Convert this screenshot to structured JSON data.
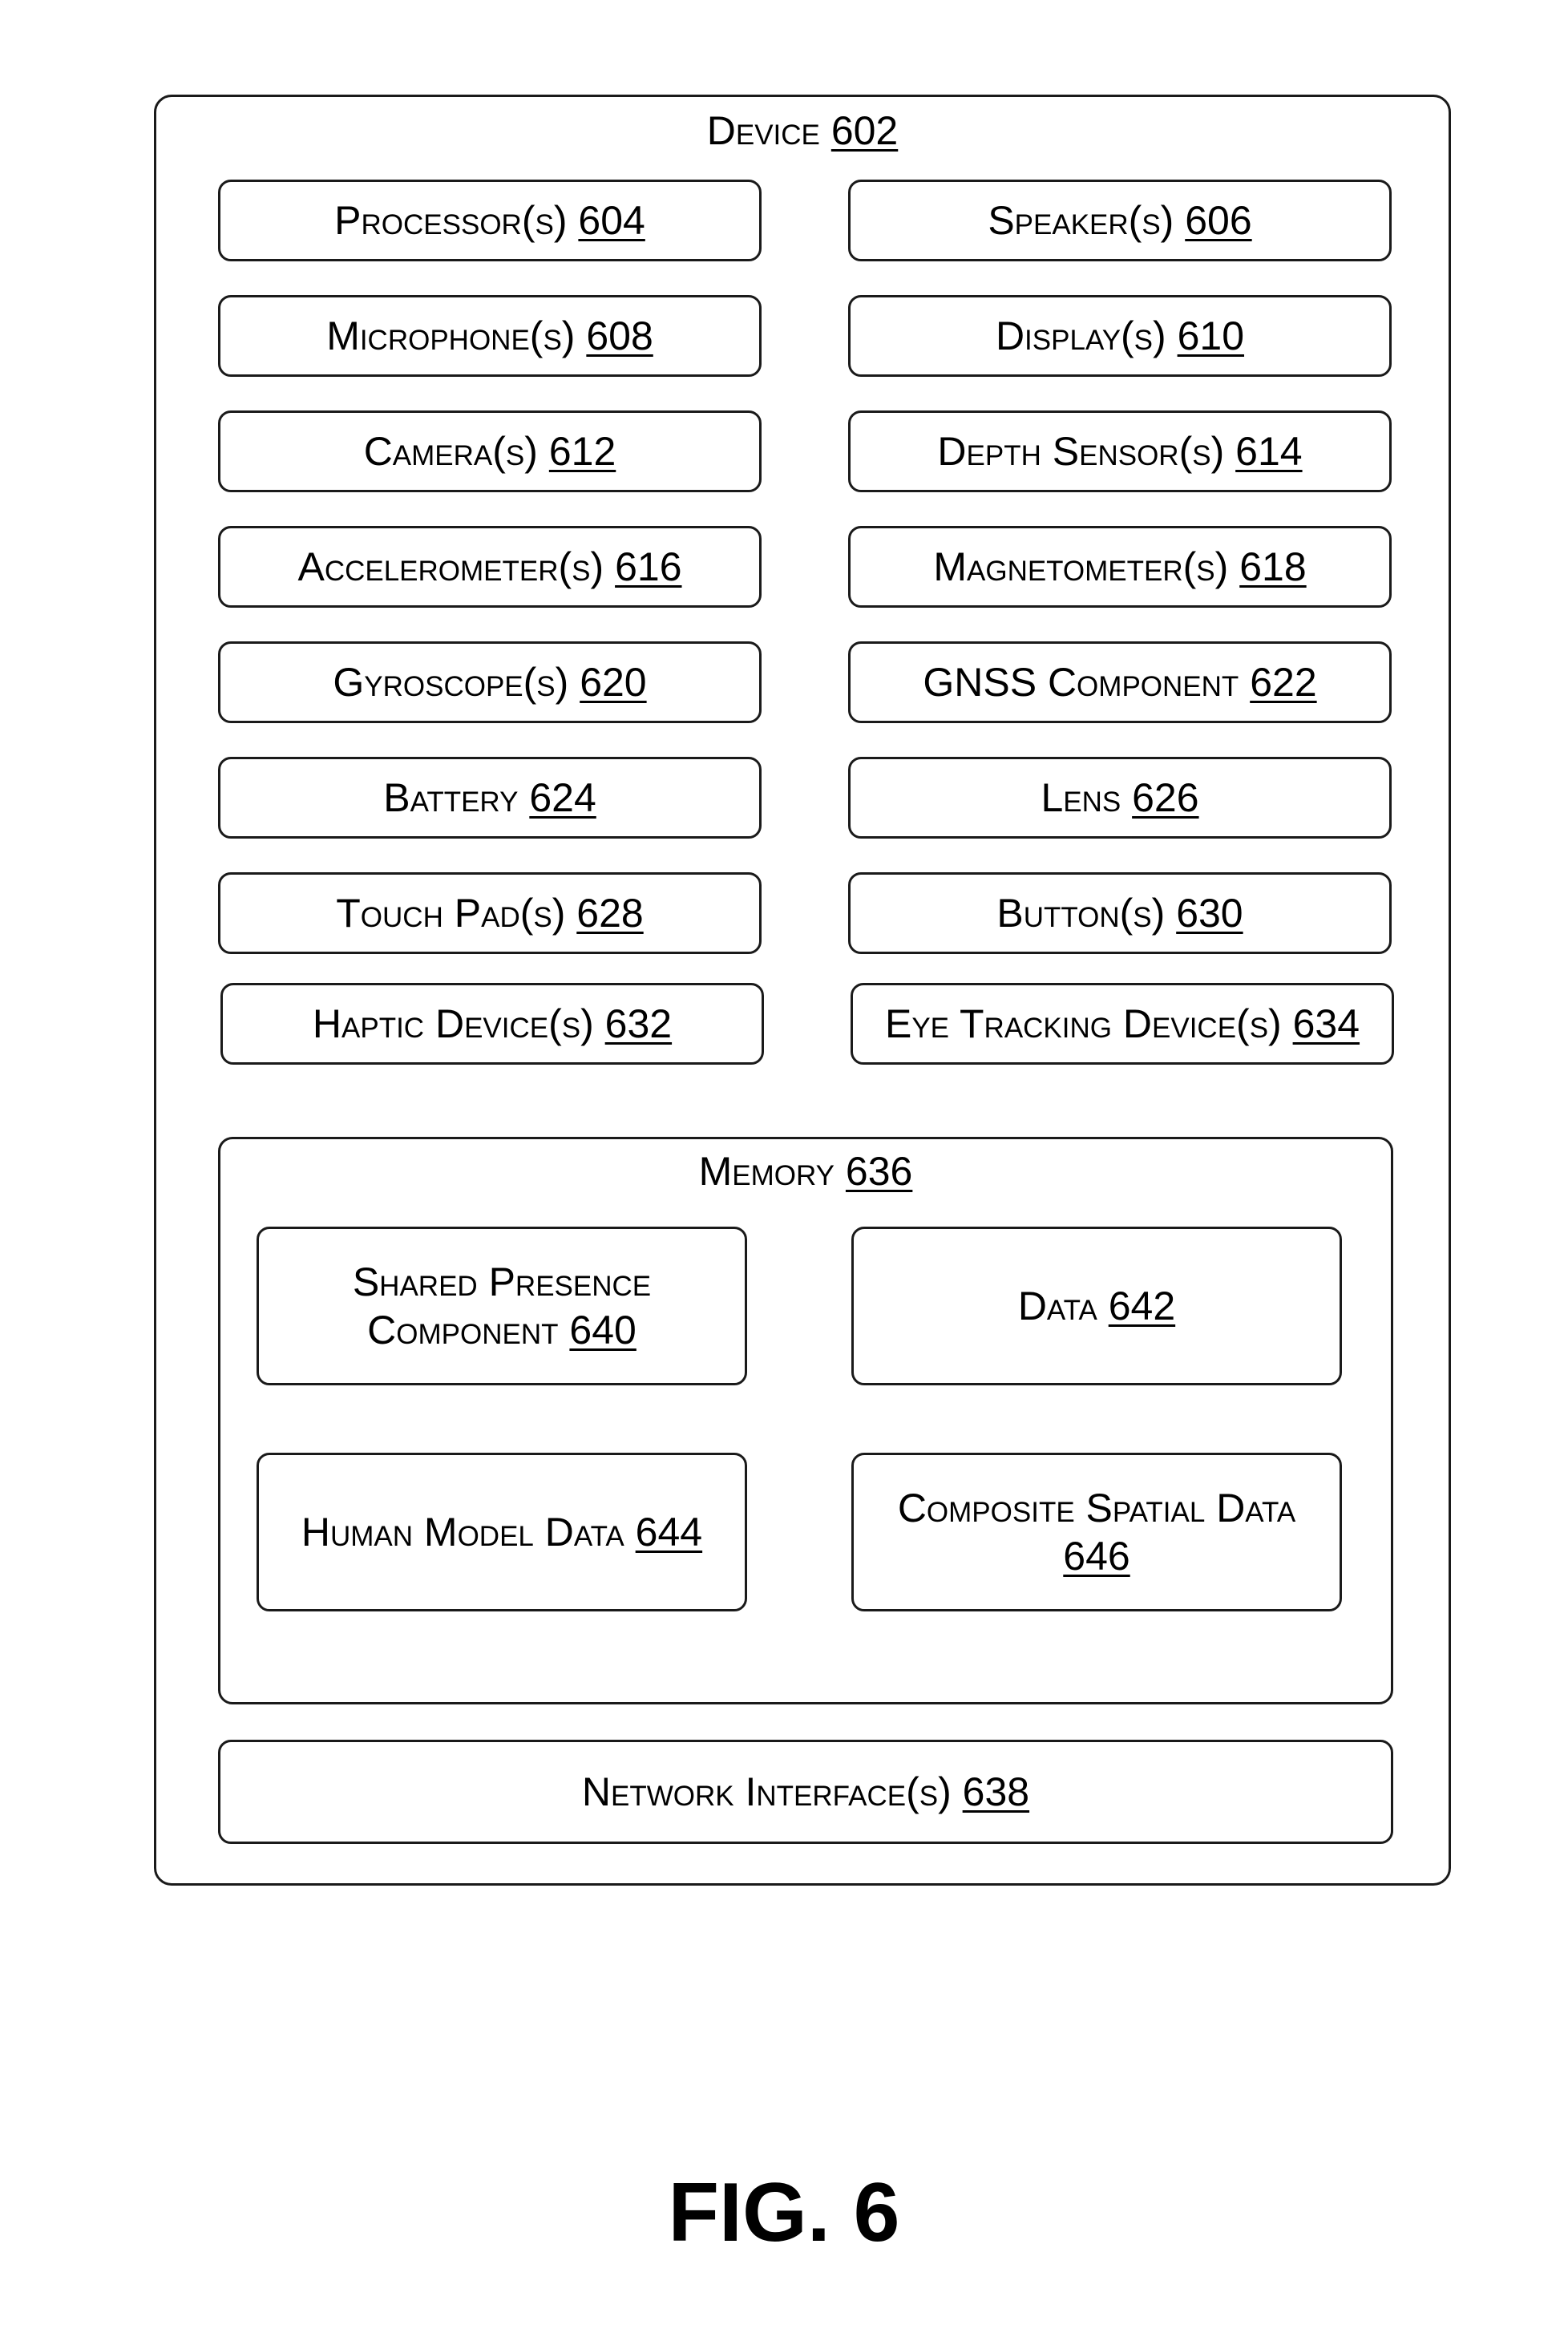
{
  "device": {
    "label": "Device",
    "ref": "602"
  },
  "components": [
    {
      "label": "Processor(s)",
      "ref": "604"
    },
    {
      "label": "Speaker(s)",
      "ref": "606"
    },
    {
      "label": "Microphone(s)",
      "ref": "608"
    },
    {
      "label": "Display(s)",
      "ref": "610"
    },
    {
      "label": "Camera(s)",
      "ref": "612"
    },
    {
      "label": "Depth Sensor(s)",
      "ref": "614"
    },
    {
      "label": "Accelerometer(s)",
      "ref": "616"
    },
    {
      "label": "Magnetometer(s)",
      "ref": "618"
    },
    {
      "label": "Gyroscope(s)",
      "ref": "620"
    },
    {
      "label": "GNSS Component",
      "ref": "622"
    },
    {
      "label": "Battery",
      "ref": "624"
    },
    {
      "label": "Lens",
      "ref": "626"
    },
    {
      "label": "Touch Pad(s)",
      "ref": "628"
    },
    {
      "label": "Button(s)",
      "ref": "630"
    },
    {
      "label": "Haptic Device(s)",
      "ref": "632"
    },
    {
      "label": "Eye Tracking Device(s)",
      "ref": "634"
    }
  ],
  "memory": {
    "label": "Memory",
    "ref": "636",
    "items": [
      {
        "label": "Shared Presence Component",
        "ref": "640"
      },
      {
        "label": "Data",
        "ref": "642"
      },
      {
        "label": "Human Model Data",
        "ref": "644"
      },
      {
        "label": "Composite Spatial Data",
        "ref": "646"
      }
    ]
  },
  "network": {
    "label": "Network Interface(s)",
    "ref": "638"
  },
  "figure_label": "FIG. 6"
}
